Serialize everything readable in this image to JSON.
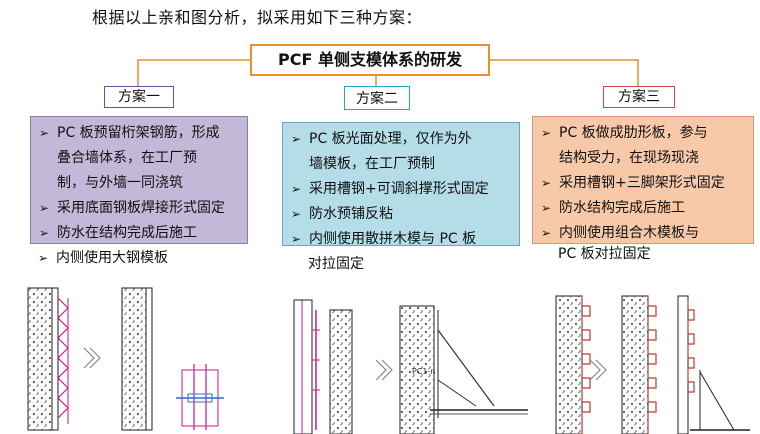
{
  "intro": "根据以上亲和图分析，拟采用如下三种方案：",
  "central": "PCF 单侧支模体系的研发",
  "schemes": [
    {
      "title": "方案一",
      "items": [
        {
          "lines": [
            "PC 板预留桁架钢筋，形成",
            "叠合墙体系，在工厂预",
            "制，与外墙一同浇筑"
          ]
        },
        {
          "lines": [
            "采用底面钢板焊接形式固定"
          ]
        },
        {
          "lines": [
            "防水在结构完成后施工"
          ]
        },
        {
          "lines": [
            "内侧使用大钢模板"
          ]
        }
      ]
    },
    {
      "title": "方案二",
      "items": [
        {
          "lines": [
            "PC 板光面处理，仅作为外",
            "墙模板，在工厂预制"
          ]
        },
        {
          "lines": [
            "采用槽钢+可调斜撑形式固定"
          ]
        },
        {
          "lines": [
            "防水预铺反粘"
          ]
        },
        {
          "lines": [
            "内侧使用散拼木模与 PC 板",
            "对拉固定"
          ]
        }
      ]
    },
    {
      "title": "方案三",
      "items": [
        {
          "lines": [
            "PC 板做成肋形板，参与",
            "结构受力，在现场现浇"
          ]
        },
        {
          "lines": [
            "采用槽钢+三脚架形式固定"
          ]
        },
        {
          "lines": [
            "防水结构完成后施工"
          ]
        },
        {
          "lines": [
            "内侧使用组合木模板与",
            "PC 板对拉固定"
          ]
        }
      ]
    }
  ],
  "drawing_labels": {
    "pc1n": "PC1-n"
  }
}
